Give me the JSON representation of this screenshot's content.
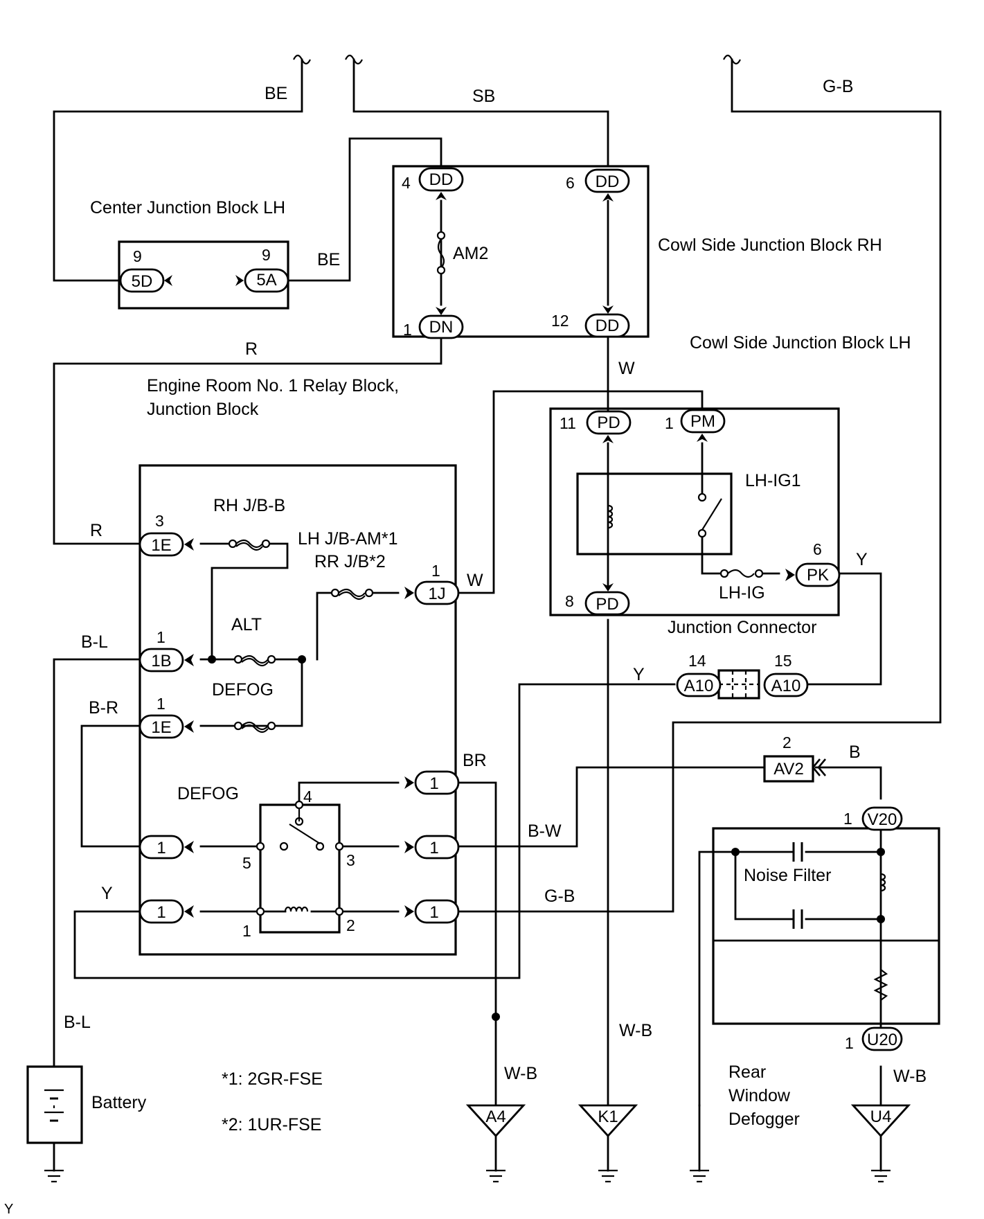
{
  "wires": {
    "be_top": "BE",
    "sb_top": "SB",
    "gb_top": "G-B",
    "be_mid": "BE",
    "r_top": "R",
    "r_left": "R",
    "w_vert": "W",
    "w_right": "W",
    "bl_upper": "B-L",
    "bl_lower": "B-L",
    "br_left": "B-R",
    "y_right": "Y",
    "y_mid": "Y",
    "y_left": "Y",
    "br_right": "BR",
    "bw": "B-W",
    "gb_bottom": "G-B",
    "b": "B",
    "wb_a4": "W-B",
    "wb_k1": "W-B",
    "wb_u4": "W-B"
  },
  "blocks": {
    "center_jb": "Center Junction Block LH",
    "cowl_rh": "Cowl Side Junction Block RH",
    "cowl_lh": "Cowl Side Junction Block LH",
    "engine_room_1": "Engine Room No. 1 Relay Block,",
    "engine_room_2": "Junction Block",
    "junction_connector": "Junction Connector",
    "noise_filter": "Noise Filter",
    "rear_defogger_1": "Rear",
    "rear_defogger_2": "Window",
    "rear_defogger_3": "Defogger",
    "battery": "Battery"
  },
  "fuses": {
    "am2": "AM2",
    "rh_jb_b": "RH J/B-B",
    "lh_jb_am": "LH J/B-AM*1",
    "rr_jb": "RR J/B*2",
    "alt": "ALT",
    "defog_fuse": "DEFOG",
    "defog_relay": "DEFOG",
    "lh_ig1": "LH-IG1",
    "lh_ig": "LH-IG"
  },
  "connectors": {
    "c_5d": "5D",
    "c_5a": "5A",
    "c_dd4": "DD",
    "c_dd6": "DD",
    "c_dn1": "DN",
    "c_dd12": "DD",
    "c_pd11": "PD",
    "c_pm1": "PM",
    "c_pd8": "PD",
    "c_pk6": "PK",
    "c_1e3": "1E",
    "c_1b1": "1B",
    "c_1e1": "1E",
    "c_1j1": "1J",
    "c_r1": "1",
    "c_r2": "1",
    "c_r3": "1",
    "c_l1": "1",
    "c_l2": "1",
    "c_a10a": "A10",
    "c_a10b": "A10",
    "c_av2": "AV2",
    "c_v20": "V20",
    "c_u20": "U20",
    "g_a4": "A4",
    "g_k1": "K1",
    "g_u4": "U4"
  },
  "pins": {
    "p_5d": "9",
    "p_5a": "9",
    "p_dd4": "4",
    "p_dd6": "6",
    "p_dn1": "1",
    "p_dd12": "12",
    "p_pd11": "11",
    "p_pm1": "1",
    "p_pd8": "8",
    "p_pk6": "6",
    "p_1e3": "3",
    "p_1j": "1",
    "p_1b": "1",
    "p_1e1": "1",
    "p_a10_14": "14",
    "p_a10_15": "15",
    "p_av2": "2",
    "p_v20": "1",
    "p_u20": "1",
    "relay_4": "4",
    "relay_5": "5",
    "relay_3": "3",
    "relay_1": "1",
    "relay_2": "2"
  },
  "notes": {
    "note1": "*1: 2GR-FSE",
    "note2": "*2: 1UR-FSE",
    "corner": "Y"
  }
}
